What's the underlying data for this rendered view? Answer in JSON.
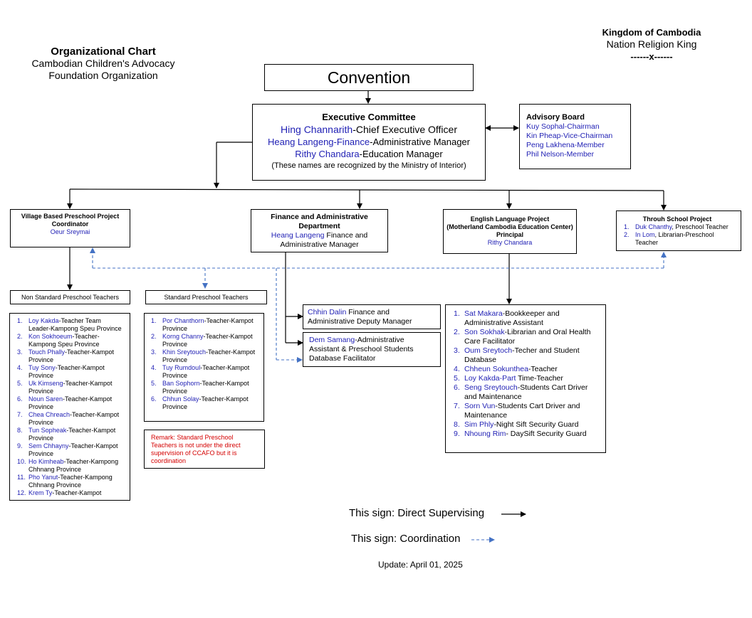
{
  "header_left": {
    "title": "Organizational Chart",
    "line1": "Cambodian Children's Advocacy",
    "line2": "Foundation Organization"
  },
  "header_right": {
    "title": "Kingdom of Cambodia",
    "motto": "Nation Religion King",
    "divider": "------x------"
  },
  "convention": "Convention",
  "executive": {
    "title": "Executive Committee",
    "l1_name": "Hing Channarith",
    "l1_role": "-Chief Executive Officer",
    "l2_name": "Heang Langeng-Finance",
    "l2_role": "-Administrative Manager",
    "l3_name": "Rithy Chandara",
    "l3_role": "-Education Manager",
    "note": "(These names are recognized by the Ministry of Interior)"
  },
  "advisory": {
    "title": "Advisory Board",
    "members": [
      "Kuy Sophal-Chairman",
      "Kin Pheap-Vice-Chairman",
      "Peng Lakhena-Member",
      "Phil Nelson-Member"
    ]
  },
  "village": {
    "title1": "Village Based Preschool Project",
    "title2": "Coordinator",
    "name": "Oeur Sreymai"
  },
  "finance": {
    "title1": "Finance and Administrative",
    "title2": "Department",
    "name": "Heang Langeng",
    "role1": " Finance and",
    "role2": "Administrative Manager"
  },
  "english": {
    "title1": "English Language Project",
    "title2": "(Motherland Cambodia Education Center)",
    "title3": "Principal",
    "name": "Rithy Chandara"
  },
  "through": {
    "title": "Throuh School Project",
    "items": [
      {
        "num": "1.",
        "name": "Duk Chanthy",
        "role1": ", Preschool Teacher",
        "role2": ""
      },
      {
        "num": "2.",
        "name": "In Lom",
        "role1": ", Librarian-Preschool",
        "role2": "Teacher"
      }
    ]
  },
  "non_standard_label": "Non Standard Preschool Teachers",
  "standard_label": "Standard Preschool Teachers",
  "non_standard_list": [
    {
      "num": "1.",
      "name": "Loy Kakda",
      "role1": "-Teacher Team",
      "role2": "Leader-Kampong Speu Province"
    },
    {
      "num": "2.",
      "name": "Kon Sokhoeum",
      "role1": "-Teacher-",
      "role2": "Kampong Speu Province"
    },
    {
      "num": "3.",
      "name": "Touch Phally",
      "role1": "-Teacher-Kampot",
      "role2": "Province"
    },
    {
      "num": "4.",
      "name": "Tuy Sony",
      "role1": "-Teacher-Kampot",
      "role2": "Province"
    },
    {
      "num": "5.",
      "name": "Uk Kimseng",
      "role1": "-Teacher-Kampot",
      "role2": "Province"
    },
    {
      "num": "6.",
      "name": "Noun Saren",
      "role1": "-Teacher-Kampot",
      "role2": "Province"
    },
    {
      "num": "7.",
      "name": "Chea Chreach",
      "role1": "-Teacher-Kampot",
      "role2": "Province"
    },
    {
      "num": "8.",
      "name": "Tun Sopheak",
      "role1": "-Teacher-Kampot",
      "role2": "Province"
    },
    {
      "num": "9.",
      "name": "Sem Chhayny",
      "role1": "-Teacher-Kampot",
      "role2": "Province"
    },
    {
      "num": "10.",
      "name": "Ho Kimheab",
      "role1": "-Teacher-Kampong",
      "role2": "Chhnang Province"
    },
    {
      "num": "11.",
      "name": "Pho Yanut",
      "role1": "-Teacher-Kampong",
      "role2": "Chhnang Province"
    },
    {
      "num": "12.",
      "name": "Krem Ty",
      "role1": "-Teacher-Kampot",
      "role2": ""
    }
  ],
  "standard_list": [
    {
      "num": "1.",
      "name": "Por Chanthorn",
      "role1": "-Teacher-Kampot",
      "role2": "Province"
    },
    {
      "num": "2.",
      "name": "Korng Channy",
      "role1": "-Teacher-Kampot",
      "role2": "Province"
    },
    {
      "num": "3.",
      "name": "Khin Sreytouch",
      "role1": "-Teacher-Kampot",
      "role2": "Province"
    },
    {
      "num": "4.",
      "name": "Tuy Rumdoul",
      "role1": "-Teacher-Kampot",
      "role2": "Province"
    },
    {
      "num": "5.",
      "name": "Ban Sophorn",
      "role1": "-Teacher-Kampot",
      "role2": "Province"
    },
    {
      "num": "6.",
      "name": "Chhun Solay",
      "role1": "-Teacher-Kampot",
      "role2": "Province"
    }
  ],
  "remark": {
    "l1": "Remark: Standard Preschool",
    "l2": "Teachers is not under the direct",
    "l3": "supervision of CCAFO but it is",
    "l4": "coordination"
  },
  "deputy": {
    "name": "Chhin Dalin",
    "role1": " Finance and",
    "role2": "Administrative Deputy Manager"
  },
  "dem": {
    "name": "Dem Samang",
    "role1": "-Administrative",
    "role2": "Assistant & Preschool Students",
    "role3": "Database Facilitator"
  },
  "english_staff": [
    {
      "num": "1.",
      "name": "Sat Makara",
      "role1": "-Bookkeeper and",
      "role2": "Administrative Assistant"
    },
    {
      "num": "2.",
      "name": "Son Sokhak",
      "role1": "-Librarian and Oral Health",
      "role2": "Care Facilitator"
    },
    {
      "num": "3.",
      "name": "Oum Sreytoch",
      "role1": "-Techer and Student",
      "role2": "Database"
    },
    {
      "num": "4.",
      "name": "Chheun Sokunthea",
      "role1": "-Teacher",
      "role2": ""
    },
    {
      "num": "5.",
      "name": "Loy Kakda-Part",
      "role1": " Time-Teacher",
      "role2": ""
    },
    {
      "num": "6.",
      "name": "Seng Sreytouch",
      "role1": "-Students Cart Driver",
      "role2": "and Maintenance"
    },
    {
      "num": "7.",
      "name": "Sorn Vun",
      "role1": "-Students Cart Driver and",
      "role2": "Maintenance"
    },
    {
      "num": "8.",
      "name": "Sim Phly",
      "role1": "-Night Sift Security Guard",
      "role2": ""
    },
    {
      "num": "9.",
      "name": "Nhoung Rim",
      "role1": "- DaySift Security Guard",
      "role2": ""
    }
  ],
  "legend": {
    "direct": "This sign: Direct Supervising",
    "coord": "This sign: Coordination"
  },
  "update": "Update: April 01, 2025",
  "colors": {
    "name_blue": "#1f1fb4",
    "remark_red": "#d40000",
    "coord_blue": "#4472c4"
  }
}
